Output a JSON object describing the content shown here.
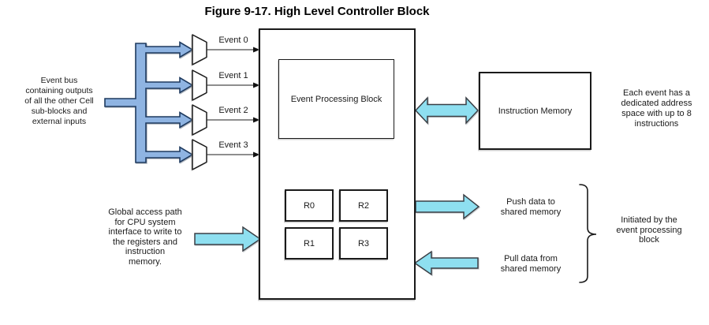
{
  "title": "Figure 9-17. High Level Controller Block",
  "events": [
    "Event 0",
    "Event 1",
    "Event 2",
    "Event 3"
  ],
  "registers": [
    "R0",
    "R1",
    "R2",
    "R3"
  ],
  "blocks": {
    "event_processing": "Event Processing Block",
    "instruction_memory": "Instruction Memory"
  },
  "annotations": {
    "event_bus": "Event bus\ncontaining outputs\nof all the other Cell\nsub-blocks and\nexternal inputs",
    "global_access": "Global access path\nfor CPU system\ninterface to write to\nthe registers and\ninstruction\nmemory.",
    "instruction_note": "Each event has a\ndedicated address\nspace with up to 8\ninstructions",
    "push": "Push data to\nshared memory",
    "pull": "Pull data from\nshared memory",
    "initiated": "Initiated by the\nevent processing\nblock"
  },
  "colors": {
    "bus_fill": "#8FB4E2",
    "bus_stroke": "#1E3A5F",
    "cyan_fill": "#8EDFF0",
    "cyan_stroke": "#3A3F45",
    "line_color": "#4A4A4A"
  }
}
